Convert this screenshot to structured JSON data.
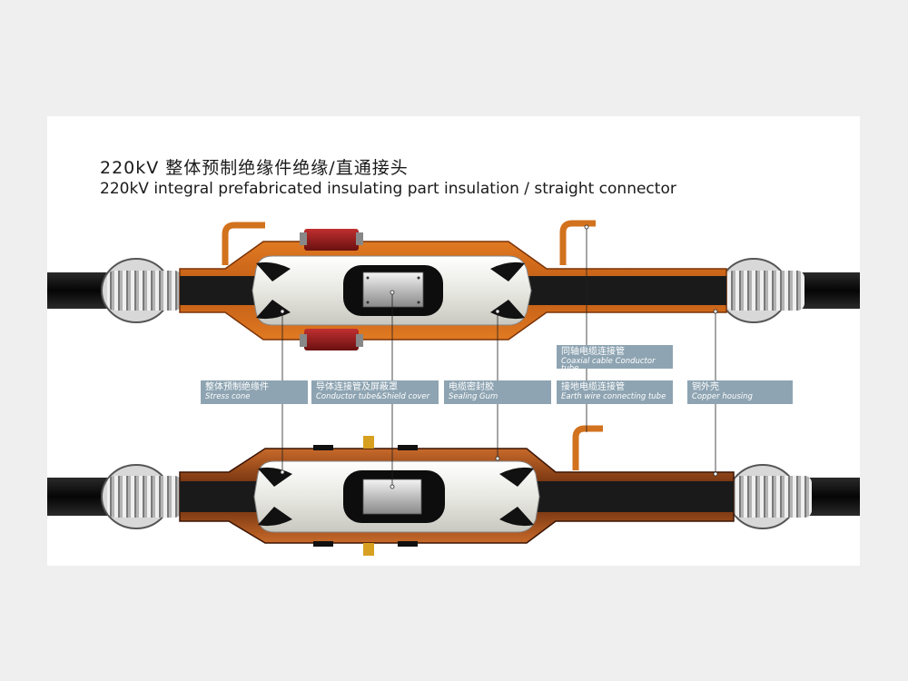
{
  "title_cn": "220kV 整体预制绝缘件绝缘/直通接头",
  "title_en": "220kV integral prefabricated insulating part insulation / straight connector",
  "labels": [
    {
      "cn": "整体预制绝缘件",
      "en": "Stress cone"
    },
    {
      "cn": "导体连接管及屏蔽罩",
      "en": "Conductor tube&Shield cover"
    },
    {
      "cn": "电缆密封胶",
      "en": "Sealing Gum"
    },
    {
      "cn": "接地电缆连接管",
      "en": "Earth wire connecting tube"
    },
    {
      "cn": "铜外壳",
      "en": "Copper housing"
    },
    {
      "cn": "同轴电缆连接管",
      "en": "Coaxial cable Conductor tube"
    }
  ],
  "colors": {
    "background": "#efefef",
    "label_fill": "#8ea4b2",
    "housing_orange": "#c8641e",
    "housing_brown": "#6b2a10",
    "cable_black": "#111111",
    "insulator_white": "#f2f2ee",
    "clamp_red": "#9a2020"
  }
}
